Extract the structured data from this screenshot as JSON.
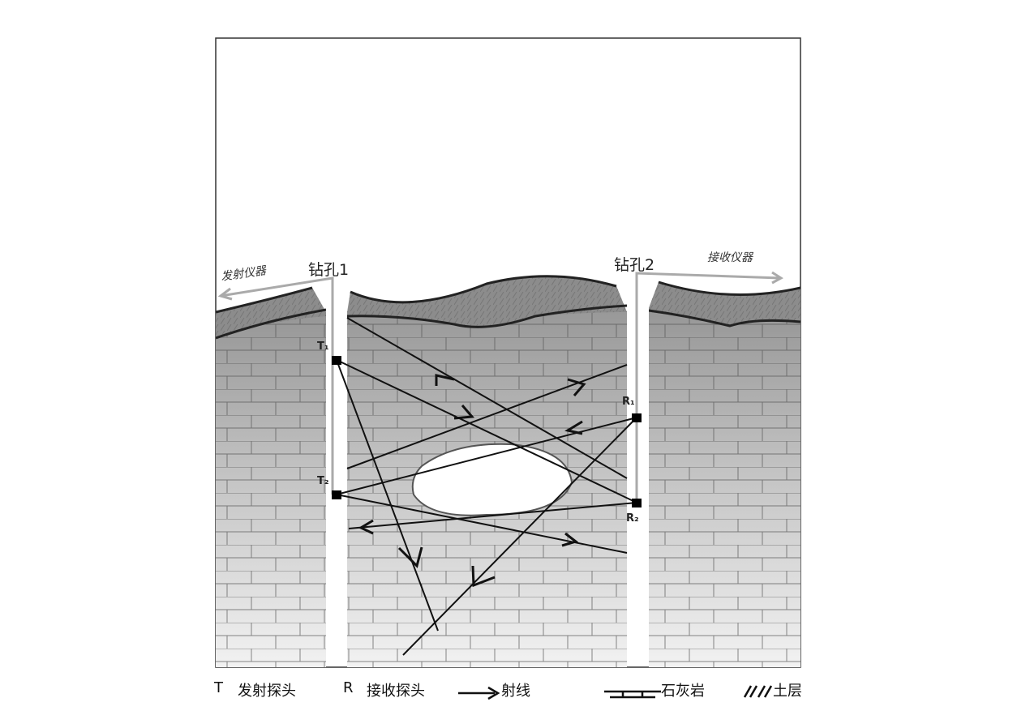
{
  "labels": {
    "borehole1": "钻孔1",
    "borehole2": "钻孔2",
    "transmitter_instrument": "发射仪器",
    "receiver_instrument": "接收仪器",
    "T1": "T₁",
    "T2": "T₂",
    "R1": "R₁",
    "R2": "R₂"
  },
  "legend": {
    "T_key": "T",
    "T_desc": "发射探头",
    "R_key": "R",
    "R_desc": "接收探头",
    "ray": "射线",
    "limestone": "石灰岩",
    "soil": "土层"
  }
}
